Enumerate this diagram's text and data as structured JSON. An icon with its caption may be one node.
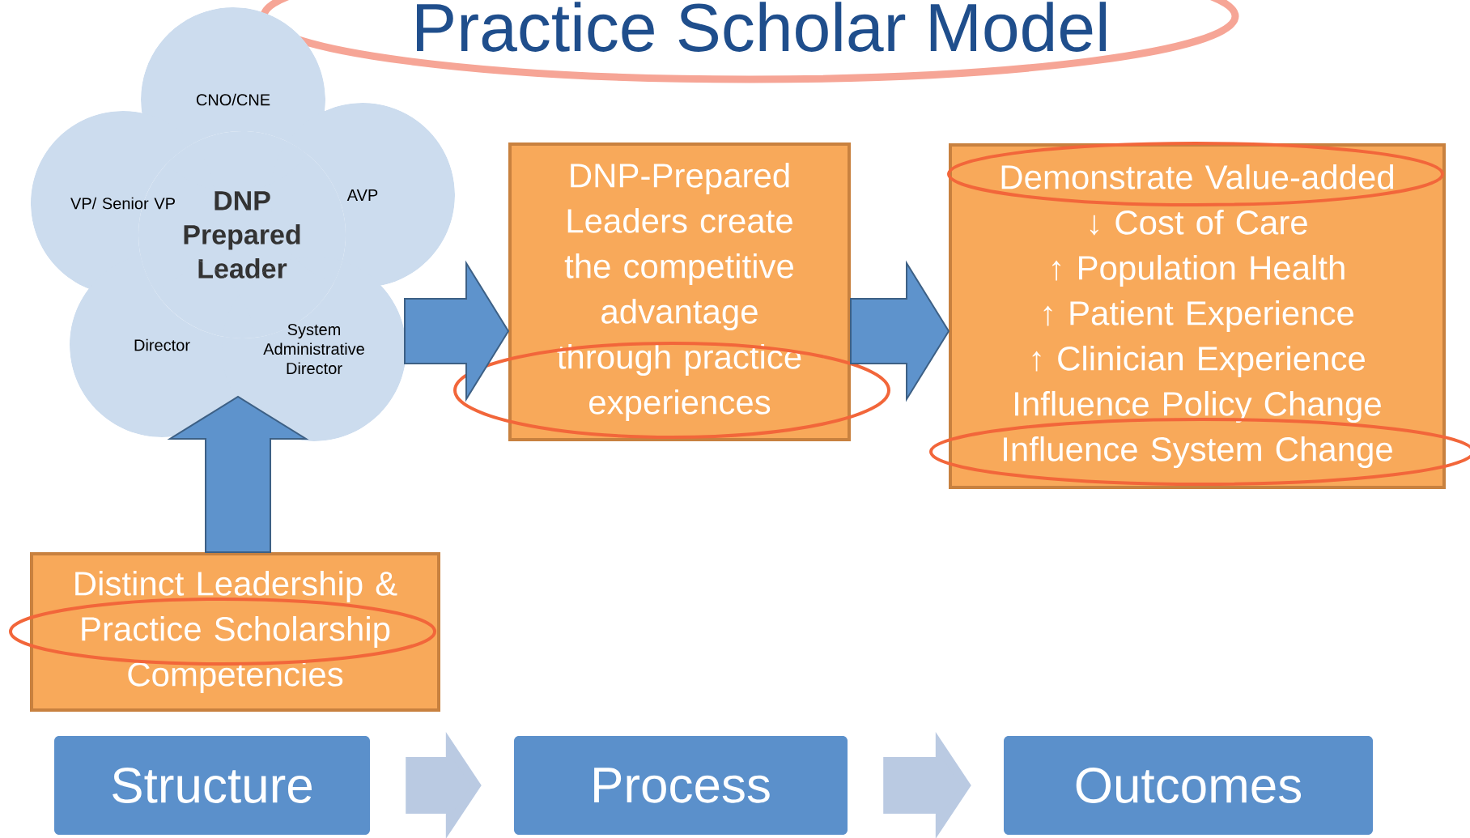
{
  "diagram": {
    "title": "Practice Scholar Model",
    "nodes": [
      {
        "text": [
          "CNO/CNE"
        ]
      },
      {
        "text": [
          "VP/ Senior VP"
        ]
      },
      {
        "text": [
          "DNP Prepared Leader"
        ]
      },
      {
        "text": [
          "AVP"
        ]
      },
      {
        "text": [
          "Director"
        ]
      },
      {
        "text": [
          "System Administrative Director"
        ]
      },
      {
        "text": [
          "DNP-Prepared Leaders create the competitive advantage through practice experiences"
        ]
      },
      {
        "text": [
          "Demonstrate Value-added",
          "↓ Cost of Care",
          "↑ Population Health",
          "↑ Patient Experience",
          "↑ Clinician Experience",
          "Influence Policy Change",
          "Influence System Change"
        ]
      },
      {
        "text": [
          "Distinct Leadership & Practice Scholarship Competencies"
        ]
      },
      {
        "text": [
          "Structure"
        ]
      },
      {
        "text": [
          "Process"
        ]
      },
      {
        "text": [
          "Outcomes"
        ]
      }
    ],
    "edges": [
      {
        "from": 5,
        "to": 6,
        "arrow": "to"
      },
      {
        "from": 6,
        "to": 7,
        "arrow": "to"
      },
      {
        "from": 8,
        "to": 4,
        "arrow": "to"
      },
      {
        "from": 9,
        "to": 10,
        "arrow": "to",
        "color": "#bacae2"
      },
      {
        "from": 10,
        "to": 11,
        "arrow": "to",
        "color": "#bacae2"
      }
    ]
  }
}
